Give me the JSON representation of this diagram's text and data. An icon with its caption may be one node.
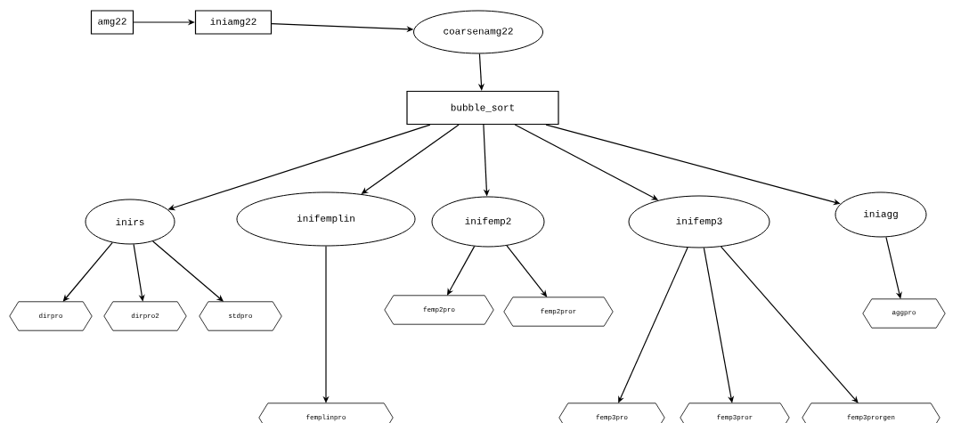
{
  "diagram": {
    "nodes": [
      {
        "text": [
          "amg22"
        ]
      },
      {
        "text": [
          "iniamg22"
        ]
      },
      {
        "text": [
          "coarsenamg22"
        ]
      },
      {
        "text": [
          "bubble_sort"
        ]
      },
      {
        "text": [
          "inirs"
        ]
      },
      {
        "text": [
          "inifemplin"
        ]
      },
      {
        "text": [
          "inifemp2"
        ]
      },
      {
        "text": [
          "inifemp3"
        ]
      },
      {
        "text": [
          "iniagg"
        ]
      },
      {
        "text": [
          "dirpro"
        ]
      },
      {
        "text": [
          "dirpro2"
        ]
      },
      {
        "text": [
          "stdpro"
        ]
      },
      {
        "text": [
          "femp2pro"
        ]
      },
      {
        "text": [
          "femp2pror"
        ]
      },
      {
        "text": [
          "femplinpro"
        ]
      },
      {
        "text": [
          "femp3pro"
        ]
      },
      {
        "text": [
          "femp3pror"
        ]
      },
      {
        "text": [
          "femp3prorgen"
        ]
      },
      {
        "text": [
          "aggpro"
        ]
      }
    ],
    "edges": [
      {
        "from": 0,
        "to": 1,
        "arrow": "to"
      },
      {
        "from": 1,
        "to": 2,
        "arrow": "to"
      },
      {
        "from": 2,
        "to": 3,
        "arrow": "to"
      },
      {
        "from": 3,
        "to": 4,
        "arrow": "to"
      },
      {
        "from": 3,
        "to": 5,
        "arrow": "to"
      },
      {
        "from": 3,
        "to": 6,
        "arrow": "to"
      },
      {
        "from": 3,
        "to": 7,
        "arrow": "to"
      },
      {
        "from": 3,
        "to": 8,
        "arrow": "to"
      },
      {
        "from": 4,
        "to": 9,
        "arrow": "to"
      },
      {
        "from": 4,
        "to": 10,
        "arrow": "to"
      },
      {
        "from": 4,
        "to": 11,
        "arrow": "to"
      },
      {
        "from": 5,
        "to": 14,
        "arrow": "to"
      },
      {
        "from": 6,
        "to": 12,
        "arrow": "to"
      },
      {
        "from": 6,
        "to": 13,
        "arrow": "to"
      },
      {
        "from": 7,
        "to": 15,
        "arrow": "to"
      },
      {
        "from": 7,
        "to": 16,
        "arrow": "to"
      },
      {
        "from": 7,
        "to": 17,
        "arrow": "to"
      },
      {
        "from": 8,
        "to": 18,
        "arrow": "to"
      }
    ]
  }
}
